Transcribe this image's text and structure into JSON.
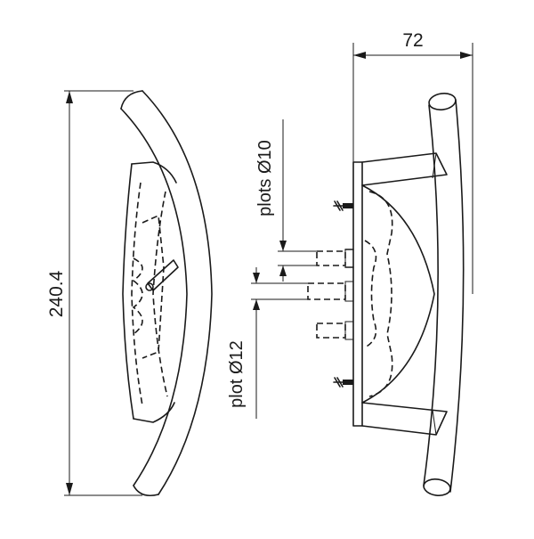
{
  "dimensions": {
    "height_label": "240.4",
    "width_label": "72",
    "post_large_label": "plot Ø12",
    "post_small_label": "plots Ø10"
  }
}
